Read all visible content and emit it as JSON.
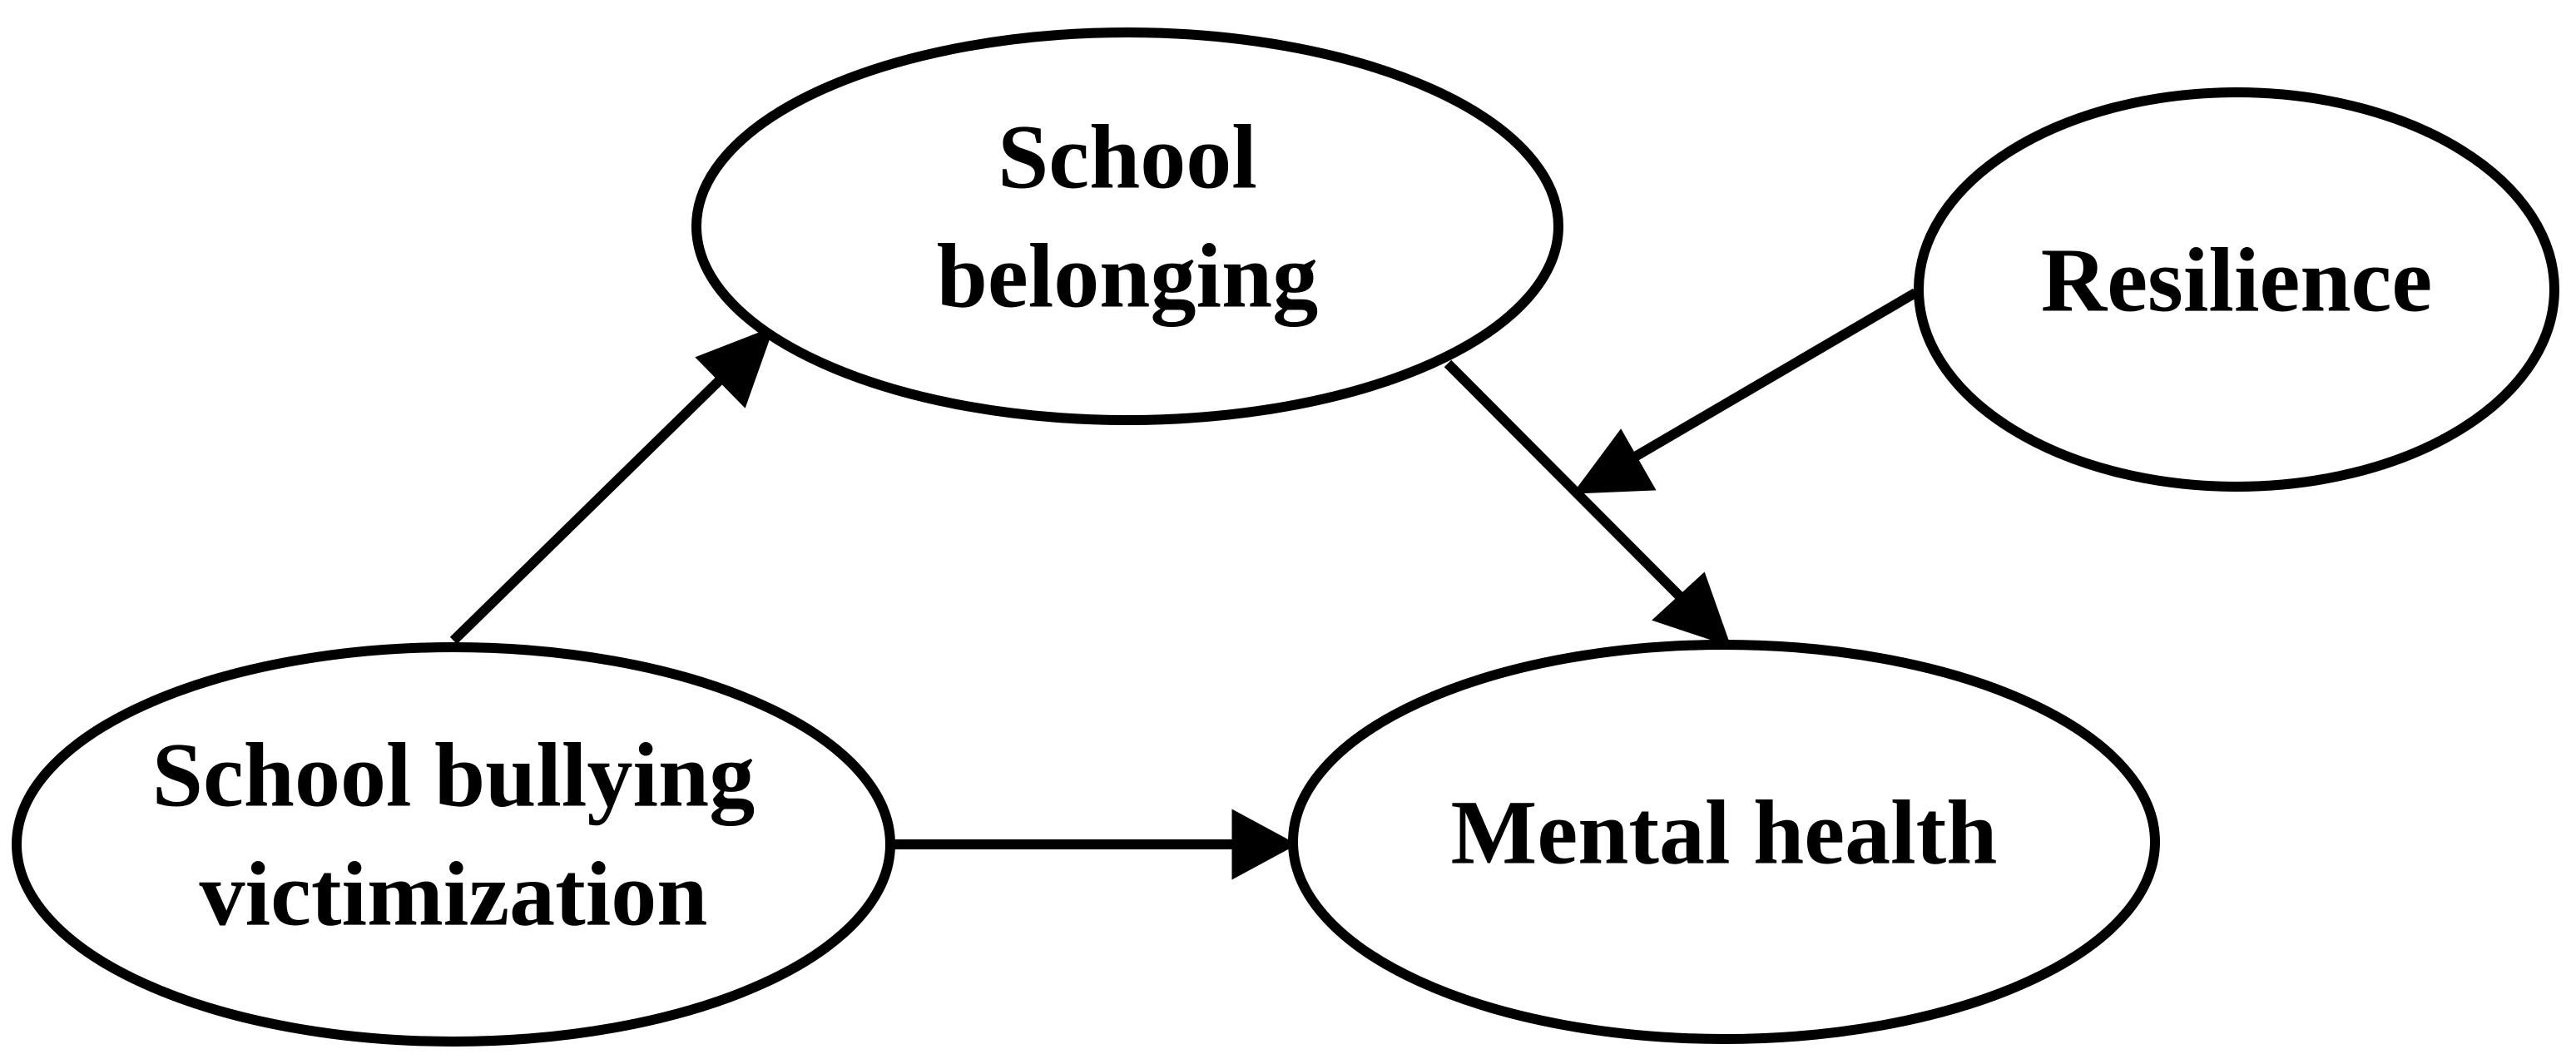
{
  "diagram": {
    "nodes": {
      "belonging": {
        "line1": "School",
        "line2": "belonging"
      },
      "resilience": {
        "label": "Resilience"
      },
      "bullying": {
        "line1": "School bullying",
        "line2": "victimization"
      },
      "mental": {
        "label": "Mental health"
      }
    },
    "edges": [
      {
        "from": "School bullying victimization",
        "to": "School belonging"
      },
      {
        "from": "School bullying victimization",
        "to": "Mental health"
      },
      {
        "from": "School belonging",
        "to": "Mental health"
      },
      {
        "from": "Resilience",
        "to": "School belonging → Mental health path"
      }
    ],
    "colors": {
      "stroke": "#000000",
      "fill": "#ffffff",
      "background": "#ffffff"
    }
  }
}
